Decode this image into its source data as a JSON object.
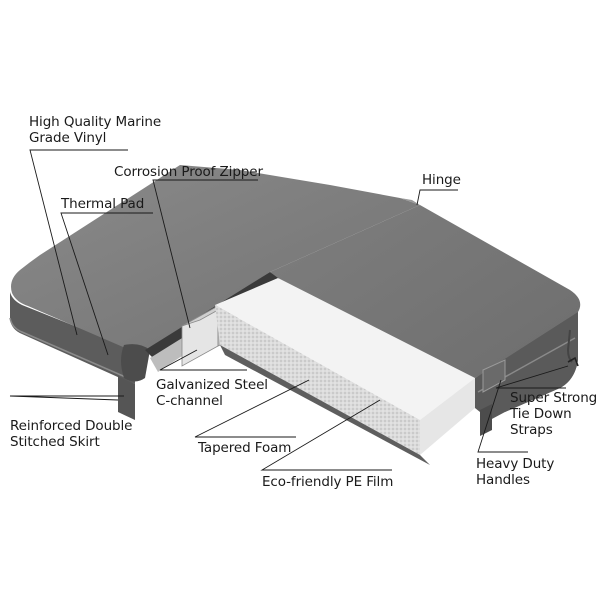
{
  "diagram": {
    "subject": "Hot tub / spa cover cutaway",
    "colors": {
      "background": "#ffffff",
      "vinyl_top": "#7a7a7a",
      "vinyl_side": "#5a5a5a",
      "foam_top": "#f2f2f2",
      "foam_side": "#d9d9d9",
      "leader_line": "#1a1a1a"
    },
    "labels": {
      "vinyl": {
        "line1": "High Quality Marine",
        "line2": "Grade Vinyl"
      },
      "zipper": {
        "line1": "Corrosion Proof Zipper"
      },
      "thermal_pad": {
        "line1": "Thermal Pad"
      },
      "hinge": {
        "line1": "Hinge"
      },
      "c_channel": {
        "line1": "Galvanized Steel",
        "line2": "C-channel"
      },
      "skirt": {
        "line1": "Reinforced Double",
        "line2": "Stitched Skirt"
      },
      "foam": {
        "line1": "Tapered Foam"
      },
      "pe_film": {
        "line1": "Eco-friendly PE Film"
      },
      "straps": {
        "line1": "Super Strong",
        "line2": "Tie Down",
        "line3": "Straps"
      },
      "handles": {
        "line1": "Heavy Duty",
        "line2": "Handles"
      }
    }
  }
}
